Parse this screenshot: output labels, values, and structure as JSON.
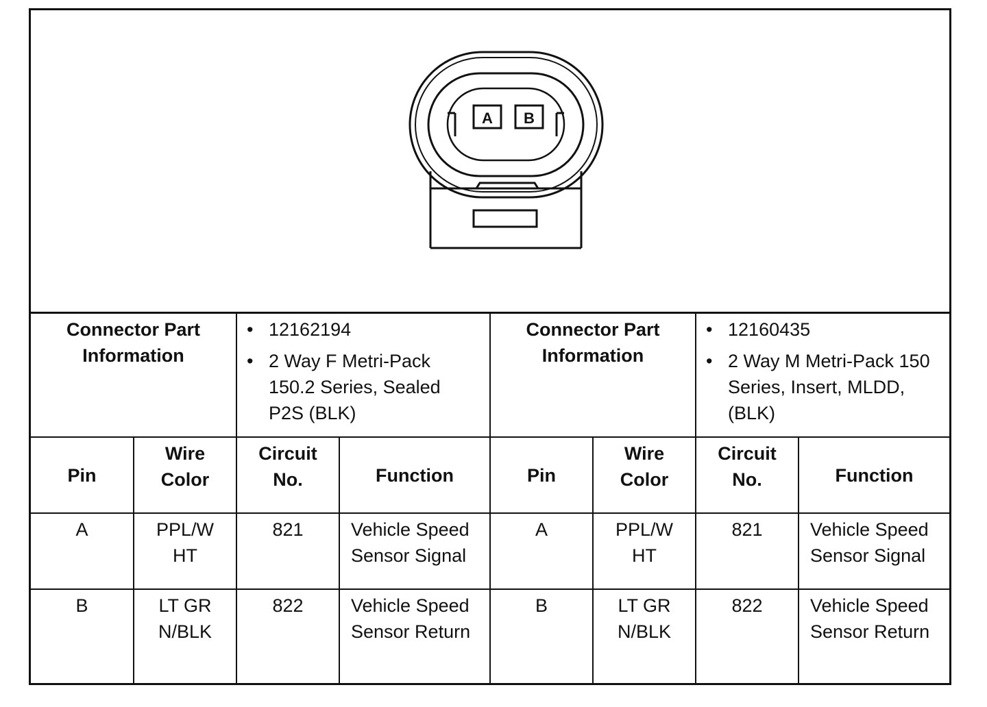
{
  "connector_diagram": {
    "pin_labels": [
      "A",
      "B"
    ]
  },
  "left": {
    "info_label": "Connector Part Information",
    "info_items": [
      "12162194",
      "2 Way F Metri-Pack 150.2 Series, Sealed P2S (BLK)"
    ],
    "headers": {
      "pin": "Pin",
      "wire": "Wire Color",
      "circuit": "Circuit No.",
      "function": "Function"
    },
    "rows": [
      {
        "pin": "A",
        "wire": "PPL/WHT",
        "circuit": "821",
        "function": "Vehicle Speed Sensor Signal"
      },
      {
        "pin": "B",
        "wire": "LT GRN/BLK",
        "circuit": "822",
        "function": "Vehicle Speed Sensor Return"
      }
    ]
  },
  "right": {
    "info_label": "Connector Part Information",
    "info_items": [
      "12160435",
      "2 Way M Metri-Pack 150 Series, Insert, MLDD, (BLK)"
    ],
    "headers": {
      "pin": "Pin",
      "wire": "Wire Color",
      "circuit": "Circuit No.",
      "function": "Function"
    },
    "rows": [
      {
        "pin": "A",
        "wire": "PPL/WHT",
        "circuit": "821",
        "function": "Vehicle Speed Sensor Signal"
      },
      {
        "pin": "B",
        "wire": "LT GRN/BLK",
        "circuit": "822",
        "function": "Vehicle Speed Sensor Return"
      }
    ]
  }
}
